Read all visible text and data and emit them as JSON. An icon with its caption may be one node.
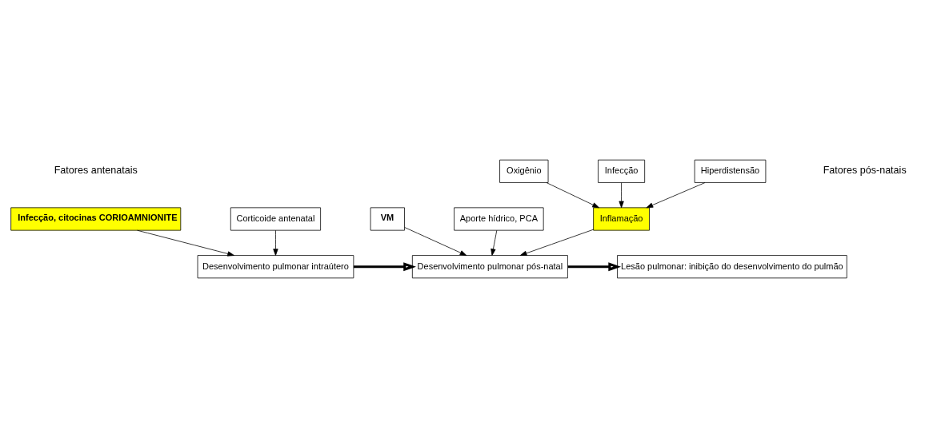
{
  "diagram": {
    "nodes": [
      {
        "text": [
          "Infecção, citocinas CORIOAMNIONITE"
        ]
      },
      {
        "text": [
          "Desenvolvimento pulmonar intraútero"
        ]
      },
      {
        "text": [
          "Corticoide antenatal"
        ]
      },
      {
        "text": [
          "VM"
        ]
      },
      {
        "text": [
          "Desenvolvimento pulmonar pós-natal"
        ]
      },
      {
        "text": [
          "Aporte hídrico, PCA"
        ]
      },
      {
        "text": [
          "Lesão pulmonar: inibição do desenvolvimento do pulmão"
        ]
      },
      {
        "text": [
          "Inflamação"
        ]
      },
      {
        "text": [
          "Oxigênio"
        ]
      },
      {
        "text": [
          "Infecção"
        ]
      },
      {
        "text": [
          "Hiperdistensão"
        ]
      }
    ],
    "edges": [
      {
        "from": 0,
        "to": 1,
        "arrow": "to"
      },
      {
        "from": 2,
        "to": 1,
        "arrow": "to"
      },
      {
        "from": 1,
        "to": 4,
        "arrow": "to",
        "style": "thick"
      },
      {
        "from": 3,
        "to": 4,
        "arrow": "to"
      },
      {
        "from": 5,
        "to": 4,
        "arrow": "to"
      },
      {
        "from": 4,
        "to": 6,
        "arrow": "to",
        "style": "thick"
      },
      {
        "from": 7,
        "to": 4,
        "arrow": "to"
      },
      {
        "from": 8,
        "to": 7,
        "arrow": "to"
      },
      {
        "from": 9,
        "to": 7,
        "arrow": "to"
      },
      {
        "from": 10,
        "to": 7,
        "arrow": "to"
      }
    ],
    "labels": [
      "Fatores antenatais",
      "Fatores pós-natais"
    ]
  }
}
